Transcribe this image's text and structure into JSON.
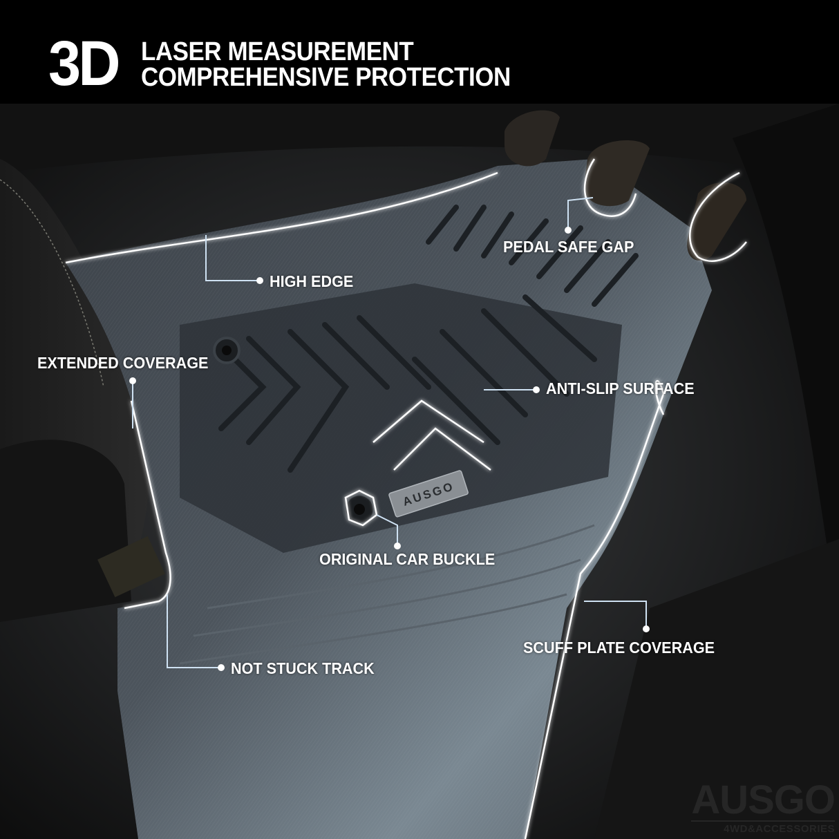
{
  "header": {
    "badge": "3D",
    "line1": "LASER MEASUREMENT",
    "line2": "COMPREHENSIVE PROTECTION"
  },
  "callouts": [
    {
      "id": "pedal-safe-gap",
      "label": "PEDAL SAFE GAP"
    },
    {
      "id": "high-edge",
      "label": "HIGH EDGE"
    },
    {
      "id": "extended-coverage",
      "label": "EXTENDED COVERAGE"
    },
    {
      "id": "anti-slip-surface",
      "label": "ANTI-SLIP SURFACE"
    },
    {
      "id": "original-car-buckle",
      "label": "ORIGINAL CAR BUCKLE"
    },
    {
      "id": "scuff-plate-coverage",
      "label": "SCUFF PLATE COVERAGE"
    },
    {
      "id": "not-stuck-track",
      "label": "NOT STUCK TRACK"
    }
  ],
  "mat_plate": {
    "text": "AUSGO"
  },
  "watermark": {
    "brand": "AUSGO",
    "tagline": "4WD&ACCESSORIES"
  },
  "colors": {
    "background": "#000000",
    "text": "#ffffff",
    "outline_glow": "#6fa8dc",
    "mat": "#5a6570",
    "watermark": "#262626"
  }
}
